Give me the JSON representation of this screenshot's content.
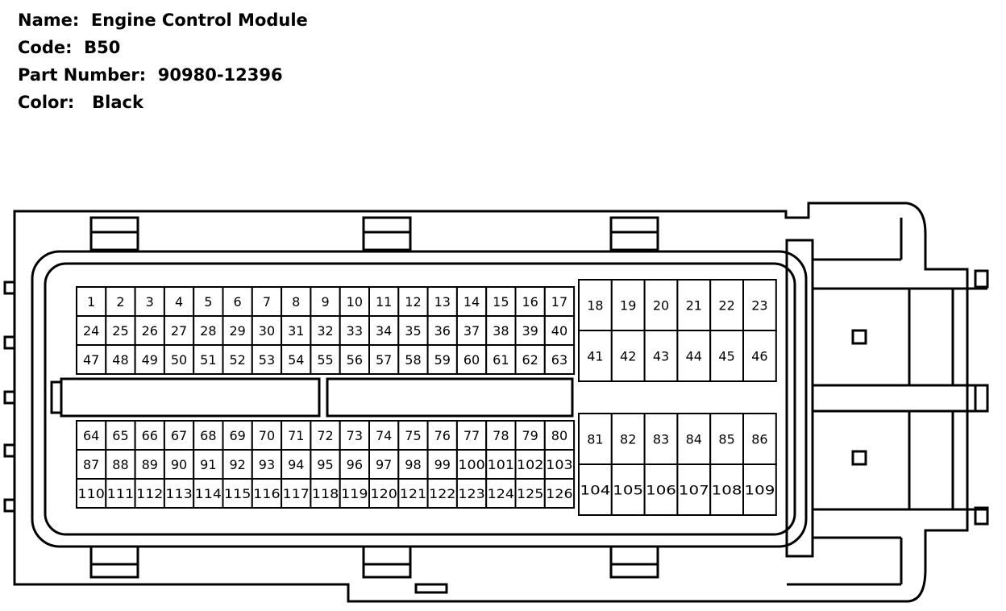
{
  "header": {
    "name_label": "Name:",
    "name_value": "Engine Control Module",
    "code_label": "Code:",
    "code_value": "B50",
    "part_label": "Part Number:",
    "part_value": "90980-12396",
    "color_label": "Color:",
    "color_value": "Black"
  },
  "connector": {
    "upper_left_pins": [
      [
        "1",
        "2",
        "3",
        "4",
        "5",
        "6",
        "7",
        "8",
        "9",
        "10",
        "11",
        "12",
        "13",
        "14",
        "15",
        "16",
        "17"
      ],
      [
        "24",
        "25",
        "26",
        "27",
        "28",
        "29",
        "30",
        "31",
        "32",
        "33",
        "34",
        "35",
        "36",
        "37",
        "38",
        "39",
        "40"
      ],
      [
        "47",
        "48",
        "49",
        "50",
        "51",
        "52",
        "53",
        "54",
        "55",
        "56",
        "57",
        "58",
        "59",
        "60",
        "61",
        "62",
        "63"
      ]
    ],
    "lower_left_pins": [
      [
        "64",
        "65",
        "66",
        "67",
        "68",
        "69",
        "70",
        "71",
        "72",
        "73",
        "74",
        "75",
        "76",
        "77",
        "78",
        "79",
        "80"
      ],
      [
        "87",
        "88",
        "89",
        "90",
        "91",
        "92",
        "93",
        "94",
        "95",
        "96",
        "97",
        "98",
        "99",
        "100",
        "101",
        "102",
        "103"
      ],
      [
        "110",
        "111",
        "112",
        "113",
        "114",
        "115",
        "116",
        "117",
        "118",
        "119",
        "120",
        "121",
        "122",
        "123",
        "124",
        "125",
        "126"
      ]
    ],
    "upper_right_pins": [
      [
        "18",
        "19",
        "20",
        "21",
        "22",
        "23"
      ],
      [
        "41",
        "42",
        "43",
        "44",
        "45",
        "46"
      ]
    ],
    "lower_right_pins": [
      [
        "81",
        "82",
        "83",
        "84",
        "85",
        "86"
      ],
      [
        "104",
        "105",
        "106",
        "107",
        "108",
        "109"
      ]
    ]
  }
}
